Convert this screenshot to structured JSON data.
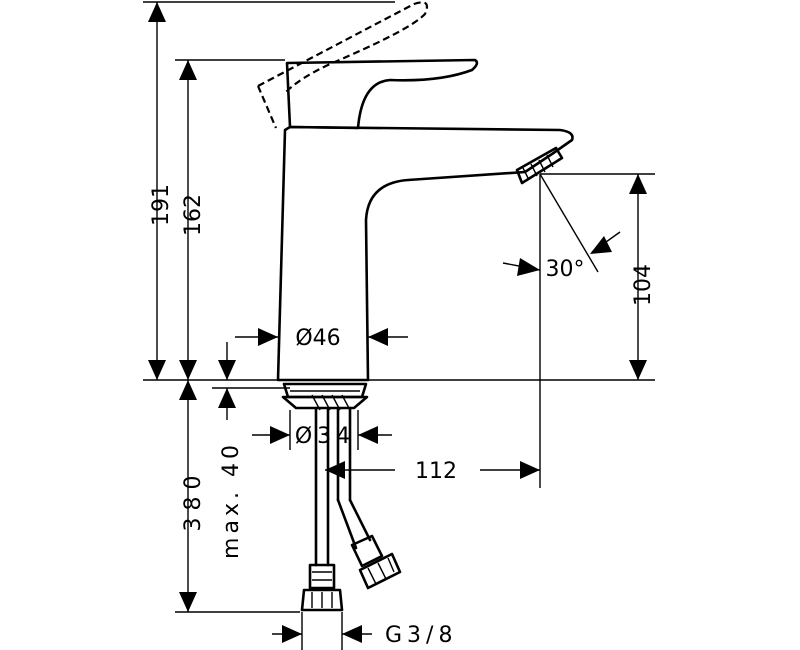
{
  "dimensions": {
    "total_height": "191",
    "spout_height": "162",
    "outlet_height": "104",
    "spout_angle": "30°",
    "body_diameter": "Ø46",
    "shank_diameter": "Ø34",
    "spout_reach": "112",
    "max_thickness": "max. 40",
    "hose_length": "380",
    "thread": "G3/8"
  }
}
